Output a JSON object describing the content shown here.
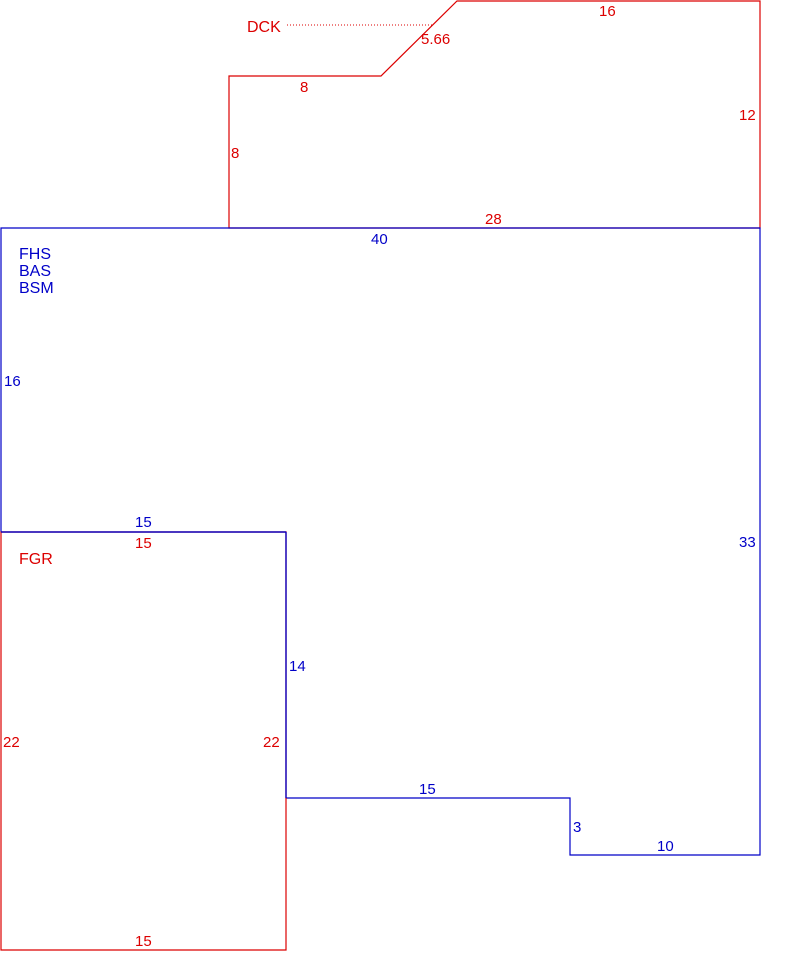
{
  "colors": {
    "red": "#dc0000",
    "blue": "#0000c8"
  },
  "deck": {
    "code": "DCK",
    "dims": {
      "top": "16",
      "diagonal": "5.66",
      "right": "12",
      "notch_top": "8",
      "notch_left": "8",
      "bottom": "28"
    }
  },
  "house": {
    "codes": [
      "FHS",
      "BAS",
      "BSM"
    ],
    "dims": {
      "top": "40",
      "left": "16",
      "right": "33",
      "garage_top": "15",
      "garage_right": "14",
      "bottom_mid": "15",
      "step": "3",
      "bottom_right": "10"
    }
  },
  "garage": {
    "code": "FGR",
    "dims": {
      "top": "15",
      "left": "22",
      "right": "22",
      "bottom": "15"
    }
  }
}
